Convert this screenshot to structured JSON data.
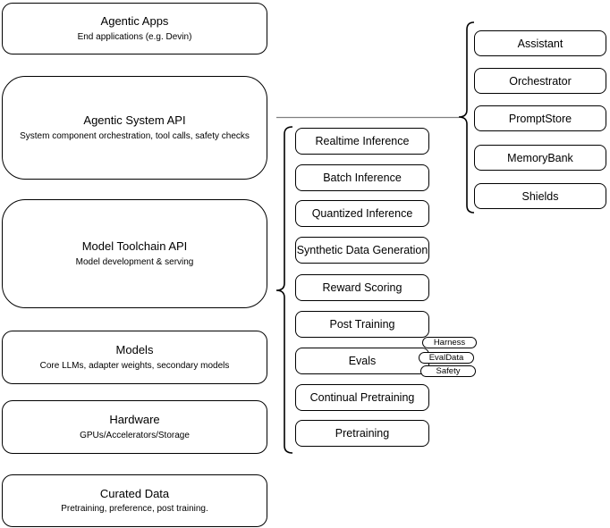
{
  "diagram": {
    "layers": [
      {
        "title": "Agentic Apps",
        "subtitle": "End applications (e.g. Devin)"
      },
      {
        "title": "Agentic System API",
        "subtitle": "System component orchestration, tool calls, safety checks"
      },
      {
        "title": "Model Toolchain API",
        "subtitle": "Model development & serving"
      },
      {
        "title": "Models",
        "subtitle": "Core LLMs, adapter weights, secondary models"
      },
      {
        "title": "Hardware",
        "subtitle": "GPUs/Accelerators/Storage"
      },
      {
        "title": "Curated Data",
        "subtitle": "Pretraining, preference, post training."
      }
    ],
    "toolchain_items": [
      "Realtime Inference",
      "Batch Inference",
      "Quantized Inference",
      "Synthetic Data Generation",
      "Reward Scoring",
      "Post Training",
      "Evals",
      "Continual Pretraining",
      "Pretraining"
    ],
    "eval_tags": [
      "Harness",
      "EvalData",
      "Safety"
    ],
    "system_components": [
      "Assistant",
      "Orchestrator",
      "PromptStore",
      "MemoryBank",
      "Shields"
    ],
    "colors": {
      "stroke": "#000000",
      "background": "#ffffff",
      "connector": "#808080"
    }
  }
}
